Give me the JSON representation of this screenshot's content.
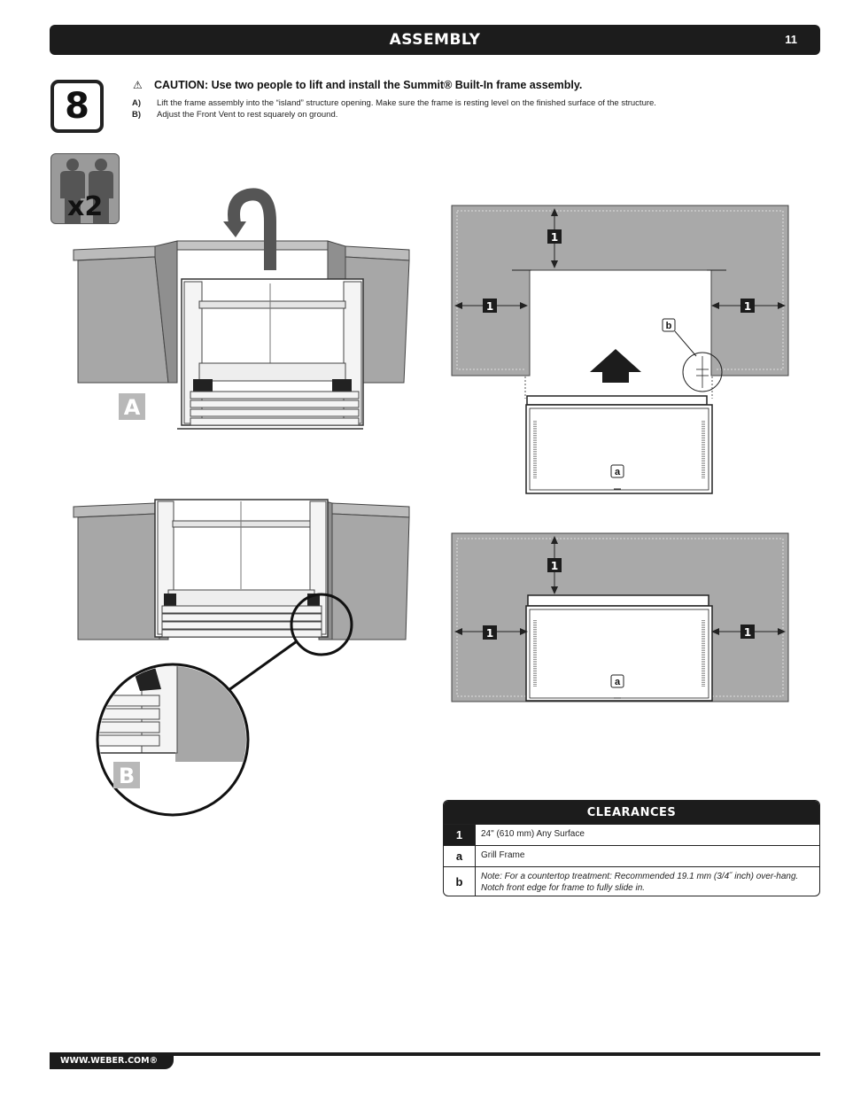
{
  "header": {
    "title": "ASSEMBLY",
    "page_number": "11"
  },
  "step": {
    "number": "8",
    "caution_icon": "warning-triangle-icon",
    "caution_text": "CAUTION: Use two people to lift and install the Summit® Built-In frame assembly.",
    "instructions": [
      {
        "label": "A)",
        "text": "Lift the frame assembly into the “island” structure opening. Make sure the frame is resting level on the finished surface of the structure."
      },
      {
        "label": "B)",
        "text": "Adjust the Front Vent to rest squarely on ground."
      }
    ]
  },
  "two_person_badge": {
    "icon": "two-people-icon",
    "label": "x2"
  },
  "figures": {
    "panel_a_label": "A",
    "panel_b_label": "B",
    "callout_1": "1",
    "callout_a": "a",
    "callout_b": "b"
  },
  "clearances": {
    "title": "CLEARANCES",
    "rows": [
      {
        "key": "1",
        "value": "24\" (610 mm) Any Surface"
      },
      {
        "key": "a",
        "value": "Grill Frame"
      },
      {
        "key": "b",
        "value": "Note: For a countertop treatment: Recommended 19.1 mm (3/4˝ inch) over-hang. Notch front edge for frame to fully slide in."
      }
    ]
  },
  "footer": {
    "url": "WWW.WEBER.COM®"
  },
  "colors": {
    "bar": "#1c1c1c",
    "surface": "#a9a9a9",
    "panel_label": "#b8b8b8"
  }
}
